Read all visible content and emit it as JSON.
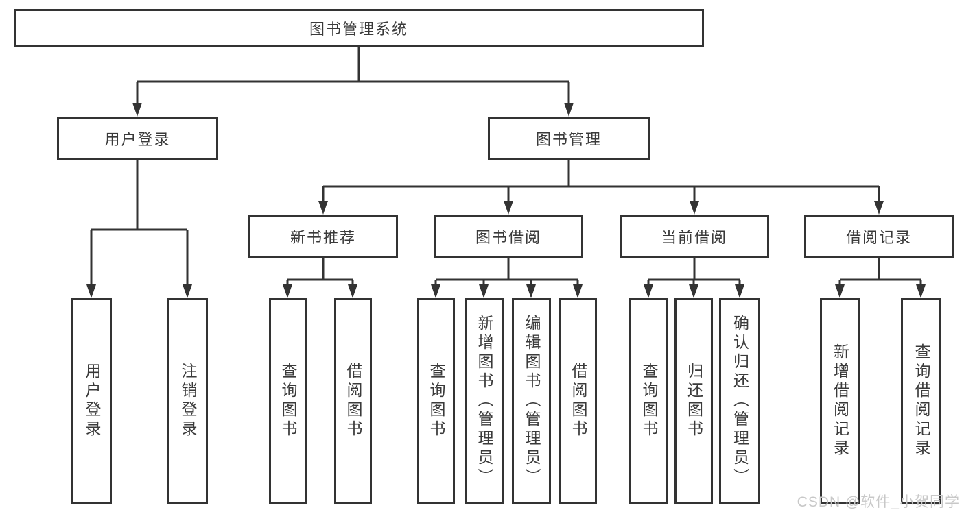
{
  "diagram": {
    "root": {
      "label": "图书管理系统"
    },
    "level2": [
      {
        "label": "用户登录"
      },
      {
        "label": "图书管理"
      }
    ],
    "level3": [
      {
        "label": "新书推荐",
        "parent": "图书管理"
      },
      {
        "label": "图书借阅",
        "parent": "图书管理"
      },
      {
        "label": "当前借阅",
        "parent": "图书管理"
      },
      {
        "label": "借阅记录",
        "parent": "图书管理"
      }
    ],
    "level4": [
      {
        "label": "用户登录",
        "parent": "用户登录"
      },
      {
        "label": "注销登录",
        "parent": "用户登录"
      },
      {
        "label": "查询图书",
        "parent": "新书推荐"
      },
      {
        "label": "借阅图书",
        "parent": "新书推荐"
      },
      {
        "label": "查询图书",
        "parent": "图书借阅"
      },
      {
        "label": "新增图书（管理员）",
        "parent": "图书借阅"
      },
      {
        "label": "编辑图书（管理员）",
        "parent": "图书借阅"
      },
      {
        "label": "借阅图书",
        "parent": "图书借阅"
      },
      {
        "label": "查询图书",
        "parent": "当前借阅"
      },
      {
        "label": "归还图书",
        "parent": "当前借阅"
      },
      {
        "label": "确认归还（管理员）",
        "parent": "当前借阅"
      },
      {
        "label": "新增借阅记录",
        "parent": "借阅记录"
      },
      {
        "label": "查询借阅记录",
        "parent": "借阅记录"
      }
    ]
  },
  "watermark": {
    "text": "CSDN @软件_小贺同学"
  },
  "colors": {
    "line": "#333333",
    "text": "#3a3a3a",
    "background": "#ffffff",
    "watermark": "#c8c8c8"
  }
}
